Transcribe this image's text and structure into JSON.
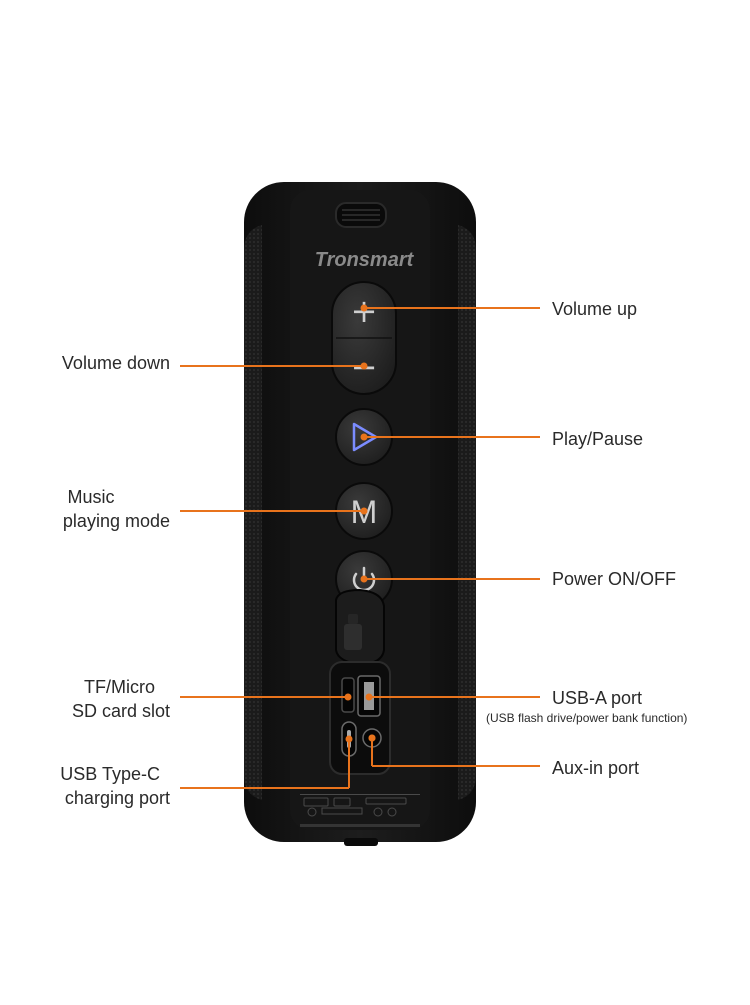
{
  "colors": {
    "accent": "#e8731c",
    "body": "#151515",
    "mesh": "#2a2a2a",
    "panel": "#222222",
    "button": "#2c2c2c",
    "button_glyph": "#cfcfcf",
    "play_glyph": "#7b8cff",
    "text": "#2a2a2a"
  },
  "device": {
    "brand": "Tronsmart",
    "buttons": {
      "volume_up": "+",
      "volume_down": "−",
      "mode": "M"
    }
  },
  "labels": {
    "volume_up": "Volume up",
    "volume_down": "Volume down",
    "play_pause": "Play/Pause",
    "music_mode_line1": "Music",
    "music_mode_line2": "playing mode",
    "power": "Power ON/OFF",
    "tf_line1": "TF/Micro",
    "tf_line2": "SD card slot",
    "usb_a": "USB-A port",
    "usb_a_note": "(USB flash drive/power bank function)",
    "usb_c_line1": "USB Type-C",
    "usb_c_line2": "charging port",
    "aux": "Aux-in port"
  }
}
